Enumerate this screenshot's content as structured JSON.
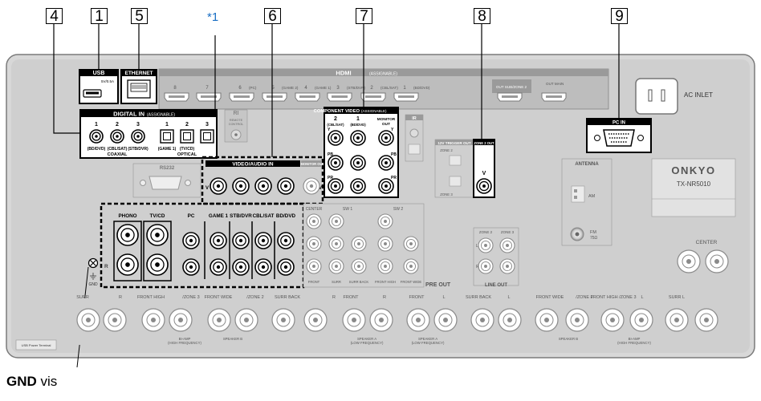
{
  "callouts": [
    "4",
    "1",
    "5",
    "*1",
    "6",
    "7",
    "8",
    "9"
  ],
  "sections": {
    "usb": "USB",
    "usb_rating": "5V/0.5A",
    "ethernet": "ETHERNET",
    "hdmi": "HDMI",
    "hdmi_assignable": "(ASSIGNABLE)",
    "digital_in": "DIGITAL IN",
    "digital_in_assignable": "(ASSIGNABLE)",
    "ri": "RI",
    "remote_control": "REMOTE CONTROL",
    "component_video": "COMPONENT VIDEO",
    "component_assignable": "(ASSIGNABLE)",
    "monitor_out": "MONITOR OUT",
    "ir": "IR",
    "trigger_out": "12V TRIGGER OUT",
    "zone2_out": "ZONE 2 OUT",
    "pc_in": "PC IN",
    "ac_inlet": "AC INLET",
    "antenna": "ANTENNA",
    "am": "AM",
    "fm": "FM",
    "fm_ohm": "75Ω",
    "rs232": "RS232",
    "video_audio_in": "VIDEO/AUDIO IN",
    "monitor_out_short": "MONITOR OU",
    "pre_out": "PRE OUT",
    "line_out": "LINE OUT",
    "brand": "ONKYO",
    "model": "TX-NR5010",
    "usb_power_terminal": "USB Power Terminal"
  },
  "hdmi_inputs": [
    {
      "num": "8",
      "label": ""
    },
    {
      "num": "7",
      "label": ""
    },
    {
      "num": "6",
      "label": "(PC)"
    },
    {
      "num": "5",
      "label": "(GAME 2)"
    },
    {
      "num": "4",
      "label": "(GAME 1)"
    },
    {
      "num": "3",
      "label": "(STB/DVR)"
    },
    {
      "num": "2",
      "label": "(CBL/SAT)"
    },
    {
      "num": "1",
      "label": "(BD/DVD)"
    }
  ],
  "hdmi_outs": [
    "OUT SUB/ZONE 2",
    "OUT MAIN"
  ],
  "digital_coax": [
    {
      "num": "1",
      "label": "(BD/DVD)"
    },
    {
      "num": "2",
      "label": "(CBL/SAT)"
    },
    {
      "num": "3",
      "label": "(STB/DVR)"
    }
  ],
  "digital_coax_label": "COAXIAL",
  "digital_optical": [
    {
      "num": "1",
      "label": "(GAME 1)"
    },
    {
      "num": "2",
      "label": "(TV/CD)"
    },
    {
      "num": "3",
      "label": ""
    }
  ],
  "digital_optical_label": "OPTICAL",
  "component_cols": [
    {
      "num": "2",
      "label": "(CBL/SAT)"
    },
    {
      "num": "1",
      "label": "(BD/DVD)"
    }
  ],
  "component_rows": [
    "Y",
    "PB",
    "PR"
  ],
  "trigger": [
    "ZONE 2",
    "ZONE 3"
  ],
  "zone2_v": "V",
  "va_v": "V",
  "av_inputs": [
    "PHONO",
    "TV/CD",
    "PC",
    "GAME 1",
    "STB/DVR",
    "CBL/SAT",
    "BD/DVD"
  ],
  "pre_out_channels": [
    "CENTER",
    "SW 1",
    "SW 2"
  ],
  "pre_out_bottom": [
    "FRONT",
    "SURR",
    "SURR BACK",
    "FRONT HIGH",
    "FRONT WIDE"
  ],
  "lr": [
    "L",
    "R"
  ],
  "line_out_zones": [
    "ZONE 2",
    "ZONE 3"
  ],
  "gnd": "GND",
  "speakers_top": [
    "SURR",
    "R",
    "FRONT HIGH",
    "/ZONE 3",
    "FRONT WIDE",
    "/ZONE 2",
    "SURR BACK",
    "R",
    "FRONT",
    "R",
    "FRONT",
    "L",
    "SURR BACK",
    "L",
    "FRONT WIDE",
    "/ZONE 2",
    "FRONT HIGH /ZONE 3",
    "L",
    "SURR L"
  ],
  "speaker_groups": [
    "BI-AMP",
    "(HIGH FREQUENCY)",
    "SPEAKER B",
    "SPEAKER A",
    "(LOW FREQUENCY)",
    "SPEAKER A",
    "(LOW FREQUENCY)",
    "SPEAKER B",
    "BI-AMP",
    "(HIGH FREQUENCY)"
  ],
  "center_speaker": "CENTER",
  "caption_bold": "GND",
  "caption_rest": " vis"
}
